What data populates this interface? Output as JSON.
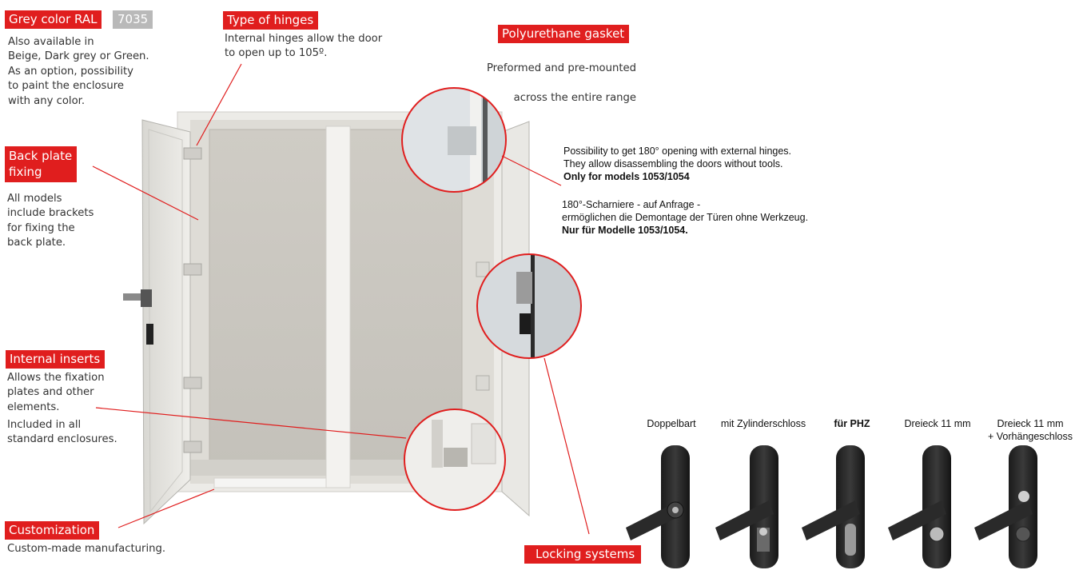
{
  "callouts": {
    "grey_color": {
      "title": "Grey color RAL",
      "badge": "7035",
      "text": "Also available in\nBeige, Dark grey or Green.\nAs an option, possibility\nto paint the enclosure\nwith any color."
    },
    "hinges": {
      "title": "Type of hinges",
      "text": "Internal hinges allow the door\nto open up to 105º."
    },
    "gasket": {
      "title": "Polyurethane gasket",
      "line1": "Preformed and pre-mounted",
      "line2": "across the entire range"
    },
    "back_plate": {
      "title_line1": "Back plate",
      "title_line2": "fixing",
      "text": "All models\ninclude brackets\nfor fixing the\nback plate."
    },
    "inserts": {
      "title": "Internal inserts",
      "text1": "Allows the fixation\nplates and other\nelements.",
      "text2": "Included in all\nstandard enclosures."
    },
    "customization": {
      "title": "Customization",
      "text": "Custom-made manufacturing."
    },
    "locking": {
      "title": "Locking systems"
    }
  },
  "external_hinges": {
    "en_line1": "Possibility to get 180° opening with external hinges.",
    "en_line2": "They allow disassembling the doors without tools.",
    "en_bold": "Only for models 1053/1054",
    "de_line1": "180°-Scharniere - auf Anfrage -",
    "de_line2": "ermöglichen die Demontage der Türen ohne Werkzeug.",
    "de_bold": "Nur für Modelle 1053/1054."
  },
  "handles": [
    {
      "label": "Doppelbart",
      "insert": "double-bit"
    },
    {
      "label": "mit Zylinderschloss",
      "insert": "cylinder-key"
    },
    {
      "label": "für PHZ",
      "insert": "profile-cylinder"
    },
    {
      "label": "Dreieck 11 mm",
      "insert": "triangle"
    },
    {
      "label": "Dreieck 11 mm\n+ Vorhängeschloss",
      "insert": "triangle-padlock"
    }
  ],
  "colors": {
    "accent": "#e01e1e",
    "ral_badge": "#b9b9b9",
    "enclosure": "#e4e2dc",
    "back_plate": "#cbc8c1"
  }
}
